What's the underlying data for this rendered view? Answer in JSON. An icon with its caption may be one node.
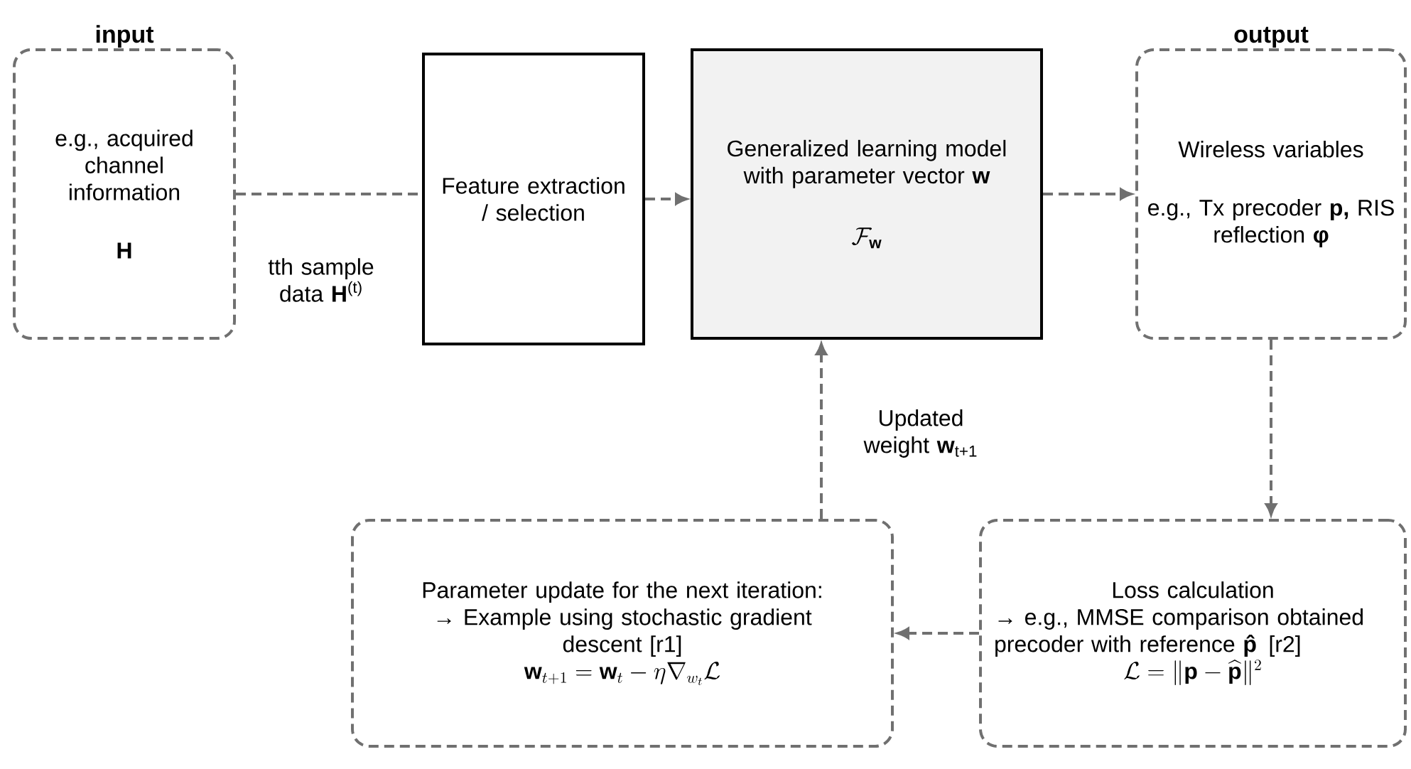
{
  "diagram": {
    "nodes": [
      {
        "text": [
          "input",
          "e.g., acquired channel information",
          "\\mathbf{H}"
        ]
      },
      {
        "text": [
          "Feature extraction / selection"
        ]
      },
      {
        "text": [
          "Generalized learning model with parameter vector **w**",
          "\\mathcal{F}_{\\mathbf{w}}"
        ]
      },
      {
        "text": [
          "output",
          "Wireless variables",
          "e.g., Tx precoder **p,** RIS reflection **φ**"
        ]
      },
      {
        "text": [
          "Parameter update for the next iteration:",
          "→ Example using stochastic gradient descent [r1]",
          "\\mathbf{w}_{t+1} = \\mathbf{w}_{t} - \\eta \\nabla_{w_{t}} \\mathcal{L}"
        ]
      },
      {
        "text": [
          "Loss calculation",
          "→ e.g., MMSE comparison obtained precoder with reference **p̂** [r2]",
          "\\mathcal{L} = \\|\\mathbf{p} - \\widehat{\\mathbf{p}}\\|^{2}"
        ]
      }
    ],
    "edges": [
      {
        "from": 0,
        "to": 1,
        "arrow": "none",
        "label": "tth sample data **H**$^{(t)}$"
      },
      {
        "from": 1,
        "to": 2,
        "arrow": "to"
      },
      {
        "from": 2,
        "to": 3,
        "arrow": "to"
      },
      {
        "from": 3,
        "to": 5,
        "arrow": "to"
      },
      {
        "from": 5,
        "to": 4,
        "arrow": "to"
      },
      {
        "from": 4,
        "to": 2,
        "arrow": "to",
        "label": "Updated weight **w**$_{t+1}$"
      }
    ]
  }
}
